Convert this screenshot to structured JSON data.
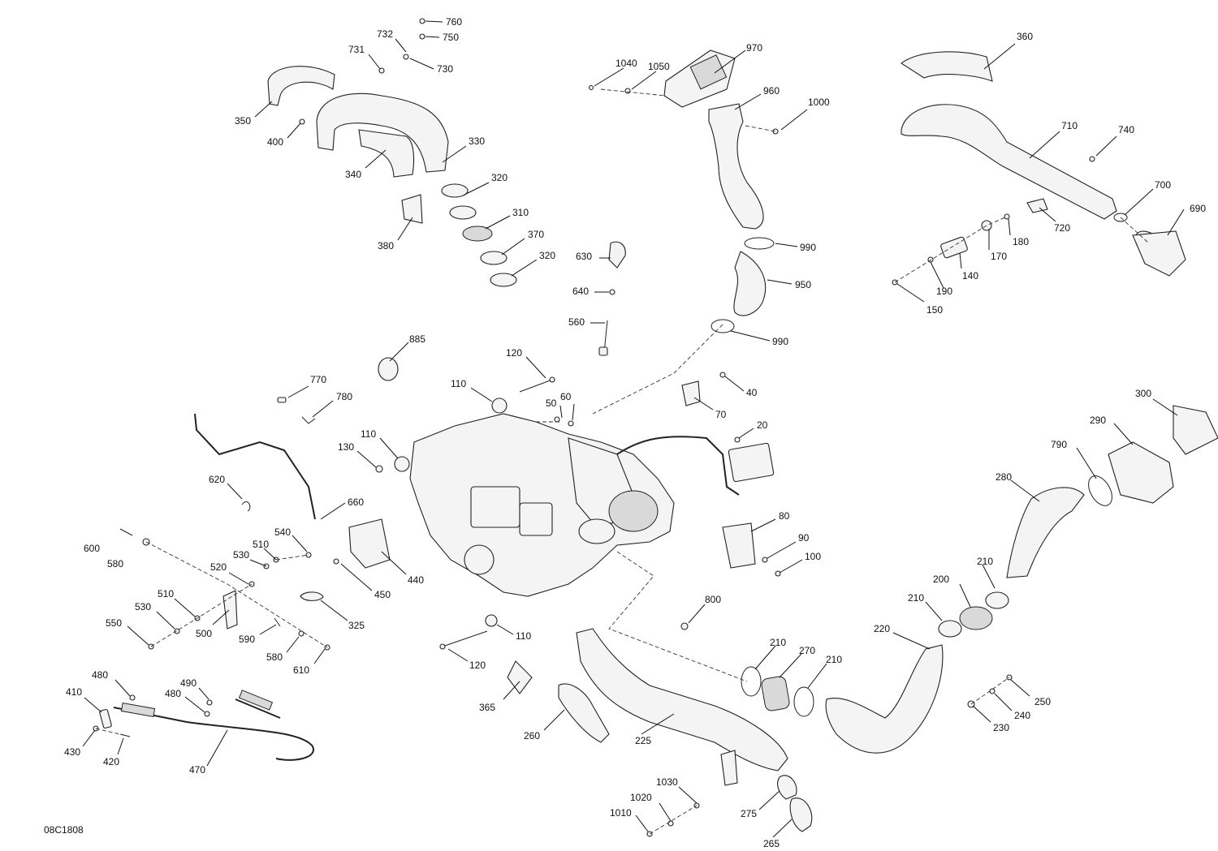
{
  "document": {
    "ref_code": "08C1808"
  },
  "callouts": [
    "760",
    "750",
    "732",
    "731",
    "730",
    "350",
    "400",
    "330",
    "340",
    "320",
    "380",
    "310",
    "370",
    "320",
    "1040",
    "1050",
    "970",
    "960",
    "1000",
    "990",
    "950",
    "990",
    "630",
    "640",
    "560",
    "360",
    "710",
    "740",
    "700",
    "690",
    "720",
    "180",
    "170",
    "140",
    "190",
    "150",
    "885",
    "120",
    "770",
    "780",
    "110",
    "50",
    "60",
    "40",
    "70",
    "110",
    "130",
    "20",
    "620",
    "660",
    "80",
    "90",
    "100",
    "600",
    "580",
    "540",
    "510",
    "530",
    "520",
    "510",
    "530",
    "550",
    "500",
    "440",
    "450",
    "325",
    "590",
    "580",
    "610",
    "120",
    "110",
    "800",
    "300",
    "290",
    "790",
    "280",
    "210",
    "200",
    "210",
    "220",
    "210",
    "270",
    "210",
    "365",
    "260",
    "225",
    "480",
    "490",
    "480",
    "410",
    "430",
    "420",
    "470",
    "250",
    "240",
    "230",
    "1030",
    "1020",
    "1010",
    "275",
    "265"
  ]
}
